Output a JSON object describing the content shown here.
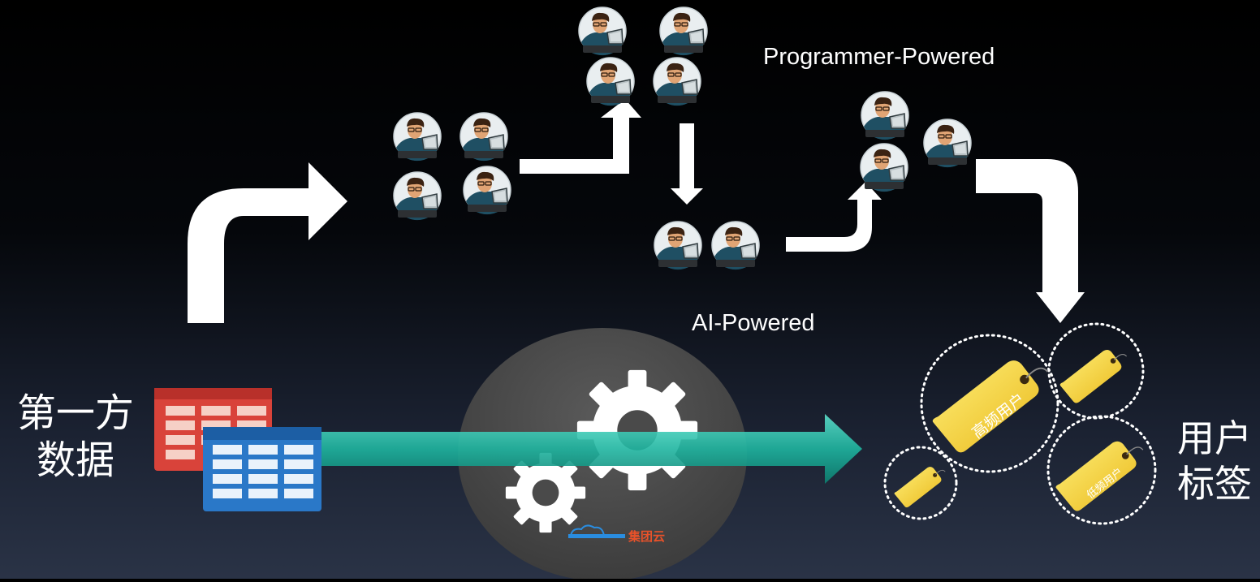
{
  "labels": {
    "programmer_powered": "Programmer-Powered",
    "ai_powered": "AI-Powered",
    "first_party_line1": "第一方",
    "first_party_line2": "数据",
    "user_tags_line1": "用户",
    "user_tags_line2": "标签"
  },
  "tags": {
    "high_freq": "高频用户",
    "low_freq": "低频用户"
  },
  "logo_text": "集团云",
  "colors": {
    "arrow": "#ffffff",
    "teal_arrow": "#1fb5a0",
    "tag_yellow": "#f3d23a",
    "table_red": "#d9433a",
    "table_blue": "#2a78c8",
    "gear_disk": "#4a4a4a"
  },
  "icons": {
    "person": "programmer-avatar-icon",
    "gear": "gear-icon",
    "tag": "price-tag-icon",
    "table": "spreadsheet-icon"
  }
}
